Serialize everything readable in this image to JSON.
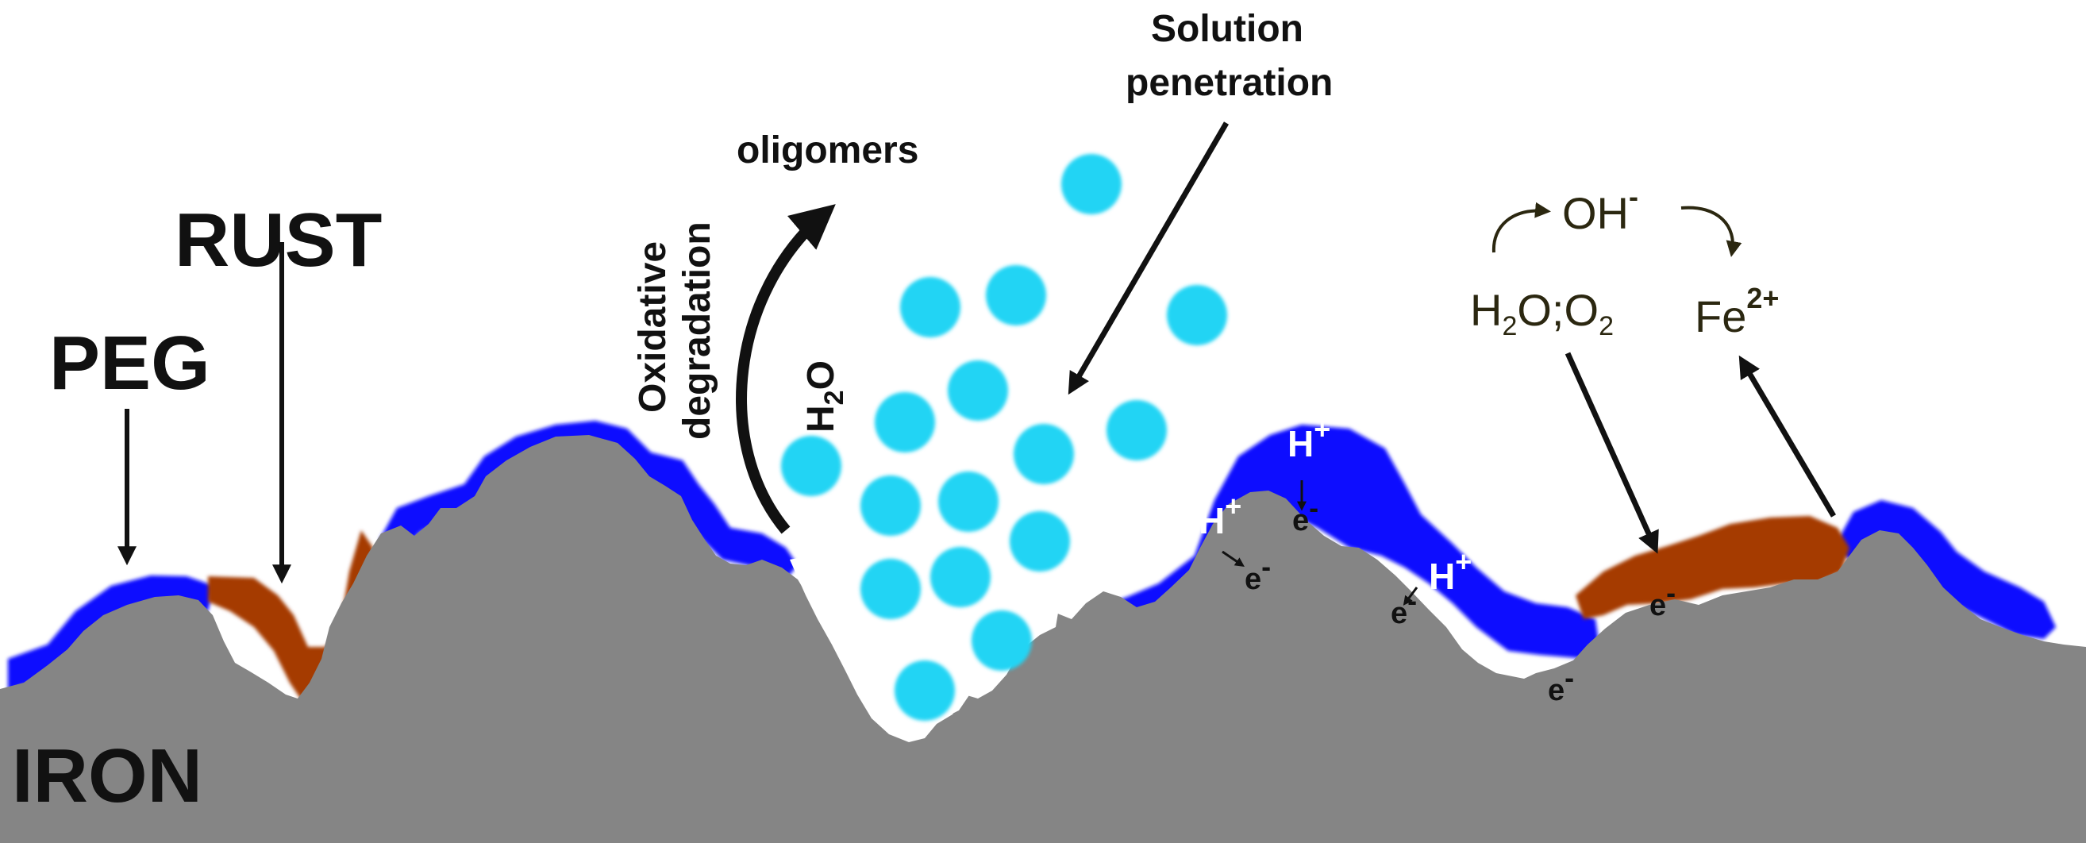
{
  "labels": {
    "iron": "IRON",
    "rust": "RUST",
    "peg": "PEG",
    "oxidative_1": "Oxidative",
    "oxidative_2": "degradation",
    "water_h": "H",
    "water_sub": "2",
    "water_o": "O",
    "oligomers": "oligomers",
    "solution_1": "Solution",
    "solution_2": "penetration",
    "hydroxide": "OH",
    "hydroxide_charge": "-",
    "reactants_h": "H",
    "reactants_sub1": "2",
    "reactants_mid": "O;O",
    "reactants_sub2": "2",
    "ferrous": "Fe",
    "ferrous_charge": "2+",
    "proton": "H",
    "proton_charge": "+",
    "electron": "e",
    "electron_charge": "-"
  },
  "colors": {
    "iron": "#858585",
    "peg": "#0a10ff",
    "rust": "#a53a06",
    "solution": "#22d4f4",
    "arrow": "#111111",
    "chem_text": "#2b2710"
  },
  "icons": {
    "arrows": "straight-arrow",
    "curved": "curved-arrow",
    "droplets": "circle"
  }
}
